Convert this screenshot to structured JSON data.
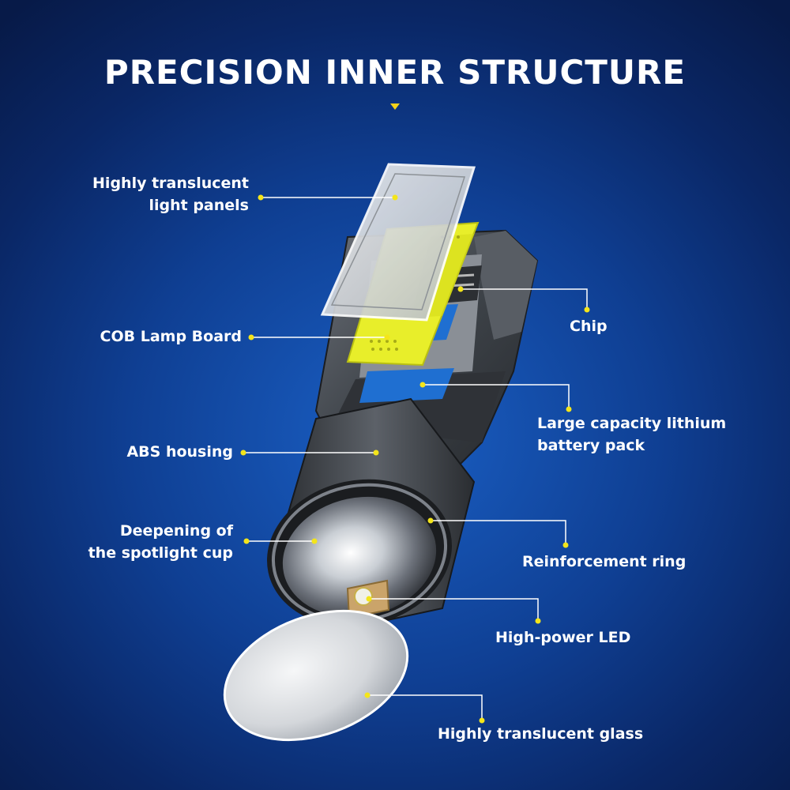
{
  "title": "PRECISION INNER STRUCTURE",
  "colors": {
    "background": "#0f3f93",
    "title": "#ffffff",
    "caret": "#f4d21a",
    "leader_line": "#ffffff",
    "leader_dot": "#f4e51a",
    "cob_board": "#e8ee2a",
    "battery": "#1f6fd1",
    "housing": "#4a4f56"
  },
  "labels": {
    "light_panels": [
      "Highly translucent",
      "light panels"
    ],
    "cob_board": "COB Lamp Board",
    "abs_housing": "ABS housing",
    "spotlight_cup": [
      "Deepening of",
      "the spotlight cup"
    ],
    "chip": "Chip",
    "battery_pack": [
      "Large capacity lithium",
      "battery pack"
    ],
    "reinforcement_ring": "Reinforcement ring",
    "led": "High-power LED",
    "glass": "Highly translucent glass"
  }
}
